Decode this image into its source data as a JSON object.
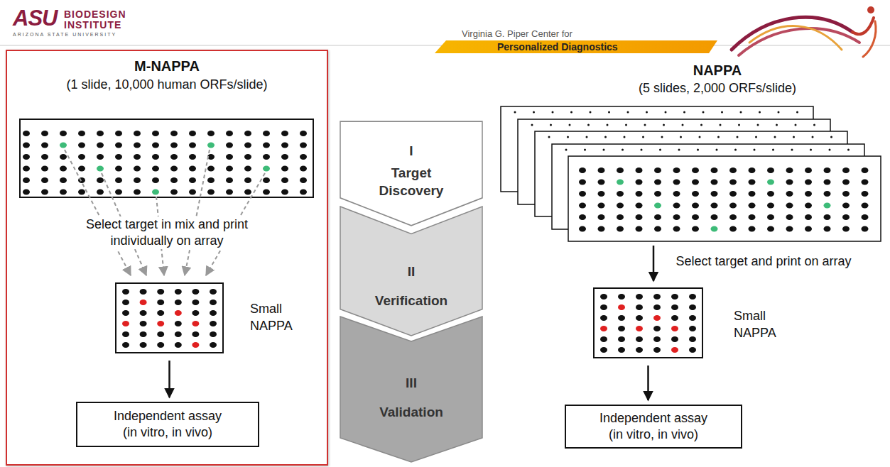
{
  "diagram": {
    "nodes": [
      {
        "text": [
          "M-NAPPA",
          "(1 slide, 10,000 human ORFs/slide)"
        ]
      },
      {
        "text": [
          "Small NAPPA"
        ],
        "in": 0
      },
      {
        "text": [
          "Independent assay (in vitro, in vivo)"
        ],
        "in": 0
      },
      {
        "text": [
          "I",
          "Target Discovery"
        ]
      },
      {
        "text": [
          "II",
          "Verification"
        ]
      },
      {
        "text": [
          "III",
          "Validation"
        ]
      },
      {
        "text": [
          "Small NAPPA"
        ]
      },
      {
        "text": [
          "Independent assay (in vitro, in vivo)"
        ]
      }
    ],
    "edges": [
      {
        "from": 1,
        "to": 2,
        "arrow": "to"
      },
      {
        "from": 6,
        "to": 7,
        "arrow": "to"
      }
    ],
    "labels": [
      "ASU",
      "BIODESIGN",
      "INSTITUTE",
      "ARIZONA STATE UNIVERSITY",
      "Virginia G. Piper Center for",
      "Personalized Diagnostics",
      "Select target in mix and print individually on array",
      "NAPPA",
      "(5 slides, 2,000 ORFs/slide)",
      "Select target and print on array"
    ]
  }
}
